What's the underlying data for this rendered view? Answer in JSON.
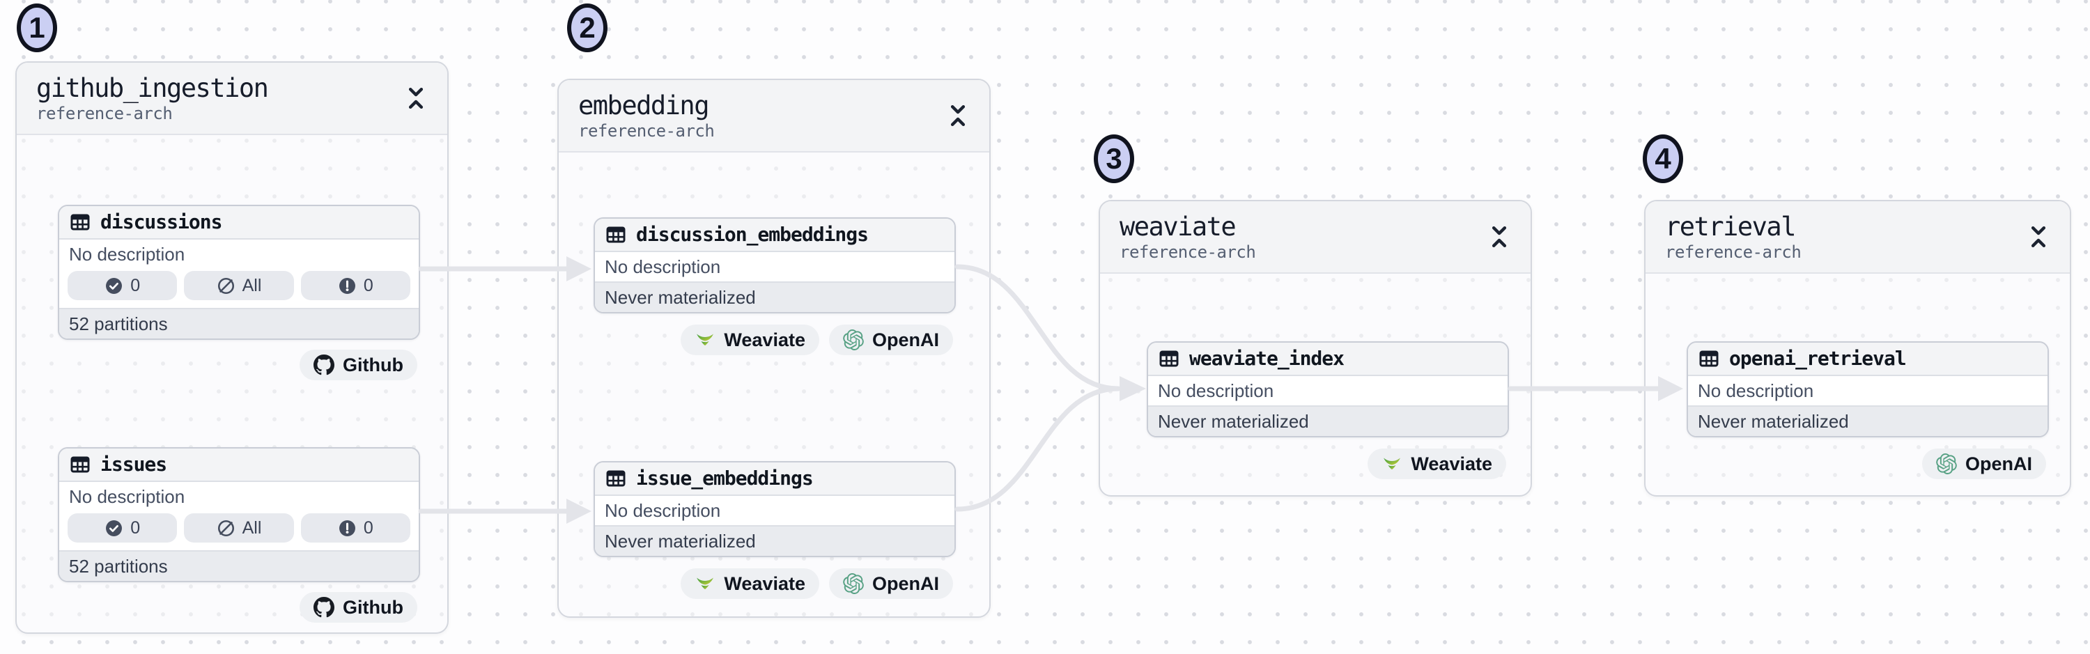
{
  "view": "asset-lineage-graph",
  "colors": {
    "step_circle_fill": "#cbcff3",
    "step_circle_border": "#10131f",
    "edge": "#e3e4e9",
    "group_header_bg": "#f3f4f6",
    "card_status_bg": "#e9ebef",
    "openai_green": "#57a184",
    "weaviate_green": "#3f9e3f"
  },
  "icons": {
    "asset": "table-icon",
    "collapse": "collapse-vertical-icon",
    "checks_passed": "check-circle-icon",
    "partitions_missing": "slash-circle-icon",
    "checks_failed": "alert-circle-icon",
    "github": "github-logo-icon",
    "weaviate": "weaviate-logo-icon",
    "openai": "openai-logo-icon"
  },
  "groups": [
    {
      "number": "1",
      "title": "github_ingestion",
      "subtitle": "reference-arch",
      "assets": [
        {
          "name": "discussions",
          "description": "No description",
          "stats": {
            "passed": "0",
            "missing": "All",
            "failed": "0"
          },
          "footer": "52 partitions",
          "kinds": [
            "Github"
          ]
        },
        {
          "name": "issues",
          "description": "No description",
          "stats": {
            "passed": "0",
            "missing": "All",
            "failed": "0"
          },
          "footer": "52 partitions",
          "kinds": [
            "Github"
          ]
        }
      ]
    },
    {
      "number": "2",
      "title": "embedding",
      "subtitle": "reference-arch",
      "assets": [
        {
          "name": "discussion_embeddings",
          "description": "No description",
          "status": "Never materialized",
          "kinds": [
            "Weaviate",
            "OpenAI"
          ]
        },
        {
          "name": "issue_embeddings",
          "description": "No description",
          "status": "Never materialized",
          "kinds": [
            "Weaviate",
            "OpenAI"
          ]
        }
      ]
    },
    {
      "number": "3",
      "title": "weaviate",
      "subtitle": "reference-arch",
      "assets": [
        {
          "name": "weaviate_index",
          "description": "No description",
          "status": "Never materialized",
          "kinds": [
            "Weaviate"
          ]
        }
      ]
    },
    {
      "number": "4",
      "title": "retrieval",
      "subtitle": "reference-arch",
      "assets": [
        {
          "name": "openai_retrieval",
          "description": "No description",
          "status": "Never materialized",
          "kinds": [
            "OpenAI"
          ]
        }
      ]
    }
  ],
  "edges": [
    {
      "from": "discussions",
      "to": "discussion_embeddings"
    },
    {
      "from": "issues",
      "to": "issue_embeddings"
    },
    {
      "from": "discussion_embeddings",
      "to": "weaviate_index"
    },
    {
      "from": "issue_embeddings",
      "to": "weaviate_index"
    },
    {
      "from": "weaviate_index",
      "to": "openai_retrieval"
    }
  ]
}
